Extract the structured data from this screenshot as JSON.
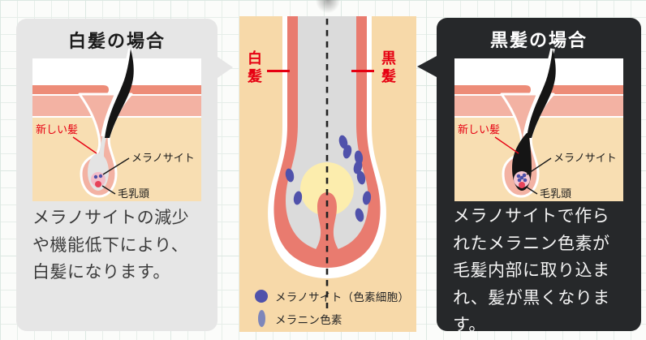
{
  "left_panel": {
    "title": "白髪の場合",
    "diagram_labels": {
      "new_hair": "新しい髪",
      "melanocyte": "メラノサイト",
      "hair_papilla": "毛乳頭"
    },
    "description": "メラノサイトの減少\nや機能低下により、\n白髪になります。"
  },
  "center_panel": {
    "white_hair_label": "白髪",
    "black_hair_label": "黒髪",
    "legend": [
      {
        "icon": "melanocyte-dot-icon",
        "label": "メラノサイト（色素細胞）"
      },
      {
        "icon": "melanin-pigment-icon",
        "label": "メラニン色素"
      }
    ]
  },
  "right_panel": {
    "title": "黒髪の場合",
    "diagram_labels": {
      "new_hair": "新しい髪",
      "melanocyte": "メラノサイト",
      "hair_papilla": "毛乳頭"
    },
    "description": "メラノサイトで作ら\nれたメラニン色素が\n毛髪内部に取り込ま\nれ、髪が黒くなりま\nす。"
  },
  "colors": {
    "label_red": "#e60012",
    "melanocyte_blue": "#5052ab",
    "melanin_pigment_blue": "#7e86ba",
    "epidermis_salmon": "#ed8c78",
    "dermis_pink": "#f3b2a3",
    "subcutis_tan": "#f8deb2",
    "follicle_wall_red": "#e97b6f",
    "papilla_yellow": "#fcedad",
    "left_panel_bg": "#e6e6e6",
    "right_panel_bg": "#26282a",
    "center_panel_bg": "#f7d9a9"
  }
}
